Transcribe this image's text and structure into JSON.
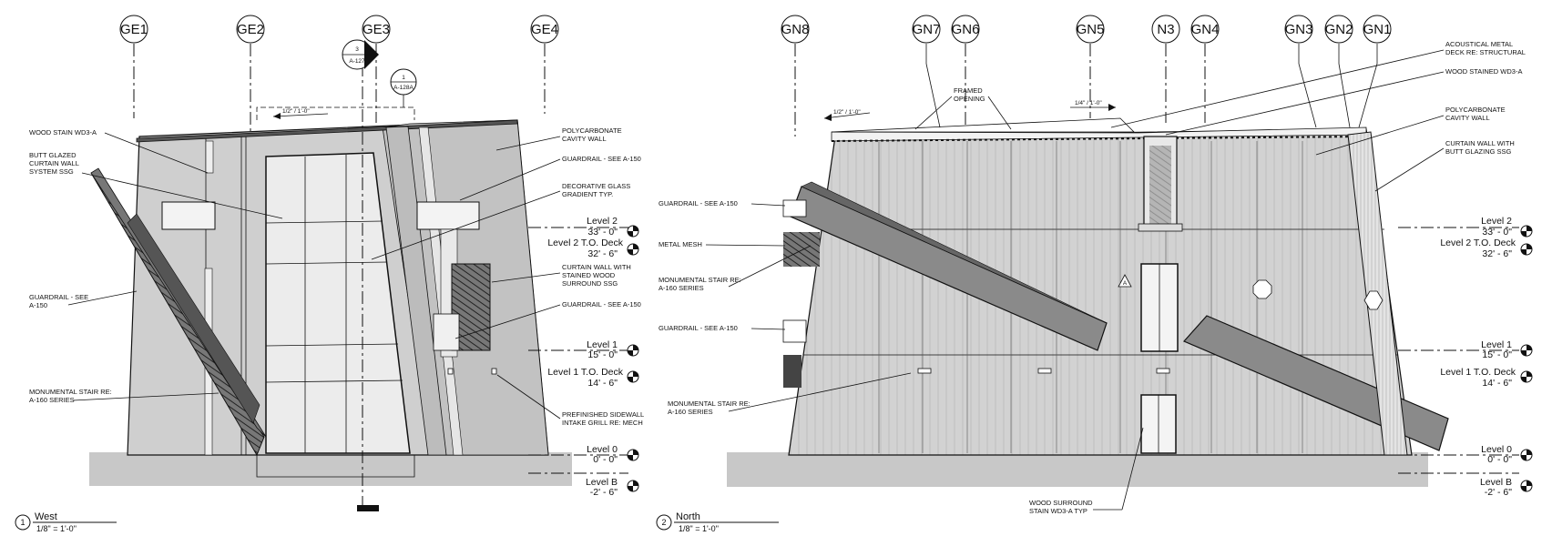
{
  "west": {
    "grids": [
      "GE1",
      "GE2",
      "GE3",
      "GE4"
    ],
    "section_tag": {
      "num": "3",
      "sheet": "A-127"
    },
    "detail_tag": {
      "num": "1",
      "sheet": "A-128A"
    },
    "slope": "1/2\" / 1'-0\"",
    "notes": {
      "wood_stain": "WOOD STAIN WD3-A",
      "butt_glazed_1": "BUTT GLAZED",
      "butt_glazed_2": "CURTAIN WALL",
      "butt_glazed_3": "SYSTEM SSG",
      "guardrail_see_1": "GUARDRAIL - SEE",
      "guardrail_see_2": "A-150",
      "stair_1": "MONUMENTAL STAIR RE:",
      "stair_2": "A-160 SERIES",
      "poly_1": "POLYCARBONATE",
      "poly_2": "CAVITY WALL",
      "guardrail_top": "GUARDRAIL - SEE A-150",
      "deco_1": "DECORATIVE GLASS",
      "deco_2": "GRADIENT TYP.",
      "cw_1": "CURTAIN WALL WITH",
      "cw_2": "STAINED WOOD",
      "cw_3": "SURROUND SSG",
      "guardrail_mid": "GUARDRAIL - SEE A-150",
      "grill_1": "PREFINISHED SIDEWALL",
      "grill_2": "INTAKE GRILL RE: MECH"
    },
    "title": {
      "num": "1",
      "name": "West",
      "scale": "1/8\" = 1'-0\""
    }
  },
  "north": {
    "grids": [
      "GN8",
      "GN7",
      "GN6",
      "GN5",
      "N3",
      "GN4",
      "GN3",
      "GN2",
      "GN1"
    ],
    "slope_left": "1/2\" / 1'-0\"",
    "slope_mid": "1/4\" / 1'-0\"",
    "tag_letter": "A",
    "notes": {
      "framed_1": "FRAMED",
      "framed_2": "OPENING",
      "acoustic_1": "ACOUSTICAL METAL",
      "acoustic_2": "DECK RE: STRUCTURAL",
      "wood_stained": "WOOD STAINED WD3-A",
      "poly_1": "POLYCARBONATE",
      "poly_2": "CAVITY WALL",
      "cw_1": "CURTAIN WALL WITH",
      "cw_2": "BUTT GLAZING SSG",
      "guardrail_1": "GUARDRAIL - SEE A-150",
      "mesh": "METAL MESH",
      "stair_1": "MONUMENTAL STAIR RE:",
      "stair_2": "A-160 SERIES",
      "guardrail_2": "GUARDRAIL - SEE A-150",
      "stair_b1": "MONUMENTAL STAIR RE:",
      "stair_b2": "A-160 SERIES",
      "wood_1": "WOOD SURROUND",
      "wood_2": "STAIN WD3-A TYP"
    },
    "title": {
      "num": "2",
      "name": "North",
      "scale": "1/8\" = 1'-0\""
    }
  },
  "levels": [
    {
      "name": "Level 2",
      "elev": "33' - 0\""
    },
    {
      "name": "Level 2 T.O. Deck",
      "elev": "32' - 6\""
    },
    {
      "name": "Level 1",
      "elev": "15' - 0\""
    },
    {
      "name": "Level 1 T.O. Deck",
      "elev": "14' - 6\""
    },
    {
      "name": "Level 0",
      "elev": "0' - 0\""
    },
    {
      "name": "Level B",
      "elev": "-2' - 6\""
    }
  ]
}
